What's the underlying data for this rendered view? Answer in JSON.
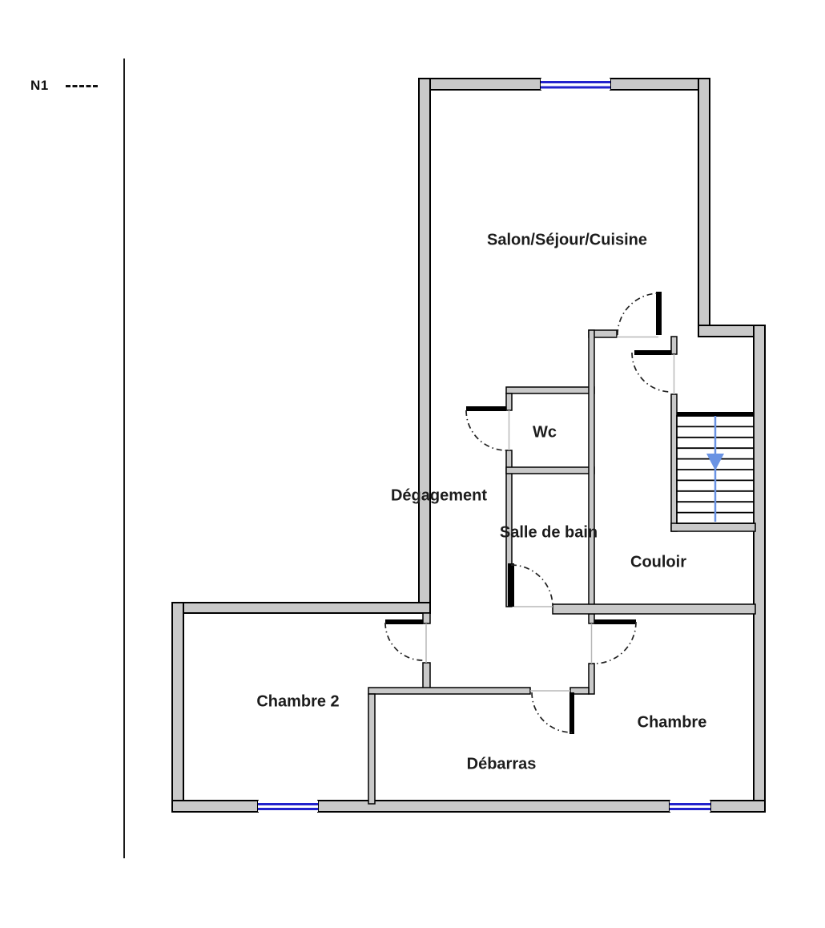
{
  "plan": {
    "floor_label": "N1",
    "rooms": {
      "salon": {
        "label": "Salon/Séjour/Cuisine"
      },
      "wc": {
        "label": "Wc"
      },
      "degagement": {
        "label": "Dégagement"
      },
      "salle_de_bain": {
        "label": "Salle de bain"
      },
      "couloir": {
        "label": "Couloir"
      },
      "chambre_2": {
        "label": "Chambre 2"
      },
      "debarras": {
        "label": "Débarras"
      },
      "chambre": {
        "label": "Chambre"
      }
    },
    "stairs": {
      "direction": "down",
      "tread_lines": 9
    },
    "windows_count": 3,
    "colors": {
      "background": "#ffffff",
      "wall_fill": "#c9c9c9",
      "wall_stroke": "#000000",
      "window_blue": "#2222cc",
      "stairs_blue": "#6a93e3",
      "threshold": "#b8b8b8"
    }
  }
}
